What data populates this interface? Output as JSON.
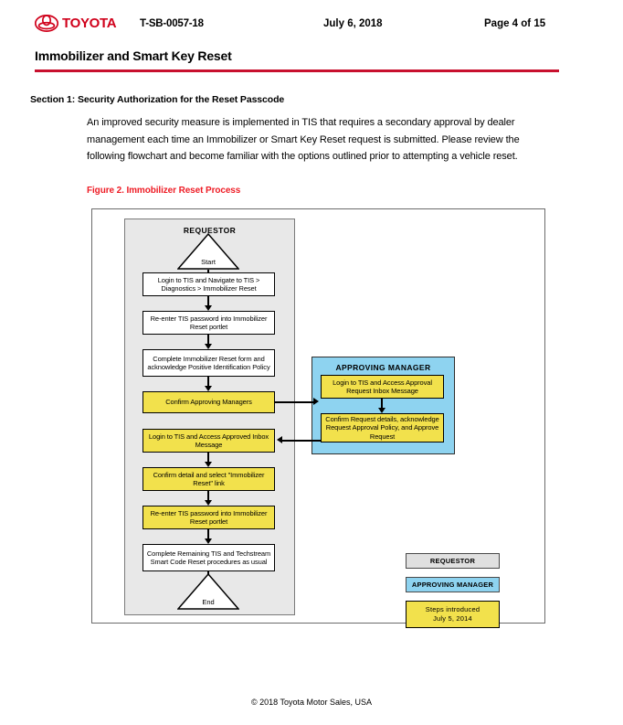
{
  "header": {
    "brand": "TOYOTA",
    "doc_id": "T-SB-0057-18",
    "date": "July 6, 2018",
    "page": "Page 4 of 15",
    "title": "Immobilizer and Smart Key Reset",
    "rule_color": "#c8102e"
  },
  "body": {
    "section_heading": "Section 1: Security Authorization for the Reset Passcode",
    "paragraph": "An improved security measure is implemented in TIS that requires a secondary approval by dealer management each time an Immobilizer or Smart Key Reset request is submitted. Please review the following flowchart and become familiar with the options outlined prior to attempting a vehicle reset.",
    "figure_caption": "Figure 2. Immobilizer Reset Process",
    "caption_color": "#ee1c25"
  },
  "flowchart": {
    "lane_requestor_title": "REQUESTOR",
    "lane_manager_title": "APPROVING MANAGER",
    "start_label": "Start",
    "end_label": "End",
    "requestor_steps": [
      "Login to TIS and Navigate to TIS > Diagnostics > Immobilizer Reset",
      "Re-enter TIS password into Immobilizer Reset portlet",
      "Complete Immobilizer Reset form and acknowledge Positive Identification Policy",
      "Confirm Approving Managers",
      "Login to TIS and Access Approved Inbox Message",
      "Confirm detail and select \"Immobilizer Reset\" link",
      "Re-enter TIS password into Immobilizer Reset portlet",
      "Complete Remaining TIS and Techstream Smart Code Reset procedures as usual"
    ],
    "manager_steps": [
      "Login to TIS and Access Approval Request Inbox Message",
      "Confirm Request details, acknowledge Request Approval Policy, and Approve Request"
    ],
    "colors": {
      "requestor_lane": "#e8e8e8",
      "manager_lane": "#8ed3f0",
      "new_step": "#f2e14c"
    }
  },
  "legend": {
    "requestor": "REQUESTOR",
    "approving_manager": "APPROVING MANAGER",
    "new_steps": "Steps introduced\nJuly 5, 2014"
  },
  "footer": {
    "copyright": "© 2018 Toyota Motor Sales, USA"
  }
}
